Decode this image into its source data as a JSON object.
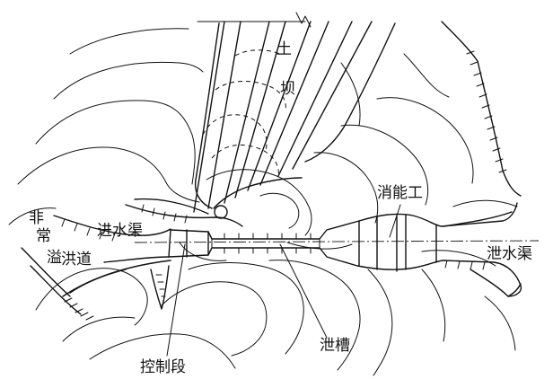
{
  "labels": {
    "dam_char1": "土",
    "dam_char2": "坝",
    "emergency_char1": "非",
    "emergency_char2": "常",
    "emergency_char3": "溢",
    "flood_road": "洪道",
    "inlet_channel": "进水渠",
    "energy_dissipator": "消能工",
    "outlet_channel": "泄水渠",
    "chute": "泄槽",
    "control_section": "控制段"
  },
  "colors": {
    "ink": "#111111",
    "background": "#ffffff"
  }
}
